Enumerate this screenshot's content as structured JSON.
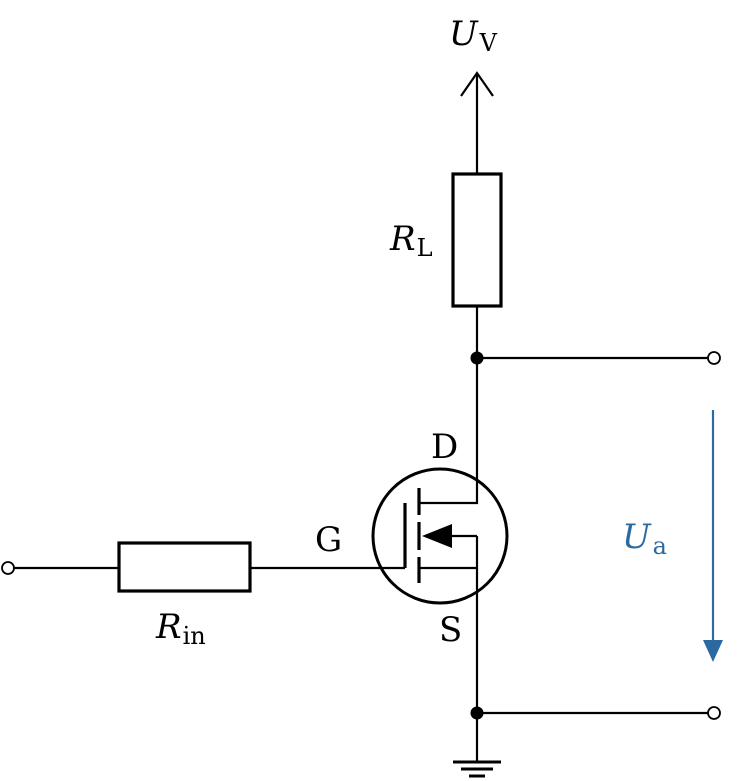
{
  "supply": {
    "symbol": "U",
    "subscript": "V"
  },
  "load_resistor": {
    "symbol": "R",
    "subscript": "L"
  },
  "input_resistor": {
    "symbol": "R",
    "subscript": "in"
  },
  "mosfet": {
    "drain": "D",
    "gate": "G",
    "source": "S"
  },
  "output_voltage": {
    "symbol": "U",
    "subscript": "a"
  },
  "colors": {
    "line": "#000000",
    "output_voltage": "#2b6aa0",
    "background": "#ffffff"
  },
  "icons": {
    "supply": "arrow-up-icon",
    "ground": "ground-icon",
    "terminal": "terminal-circle-icon",
    "junction": "junction-dot-icon"
  }
}
